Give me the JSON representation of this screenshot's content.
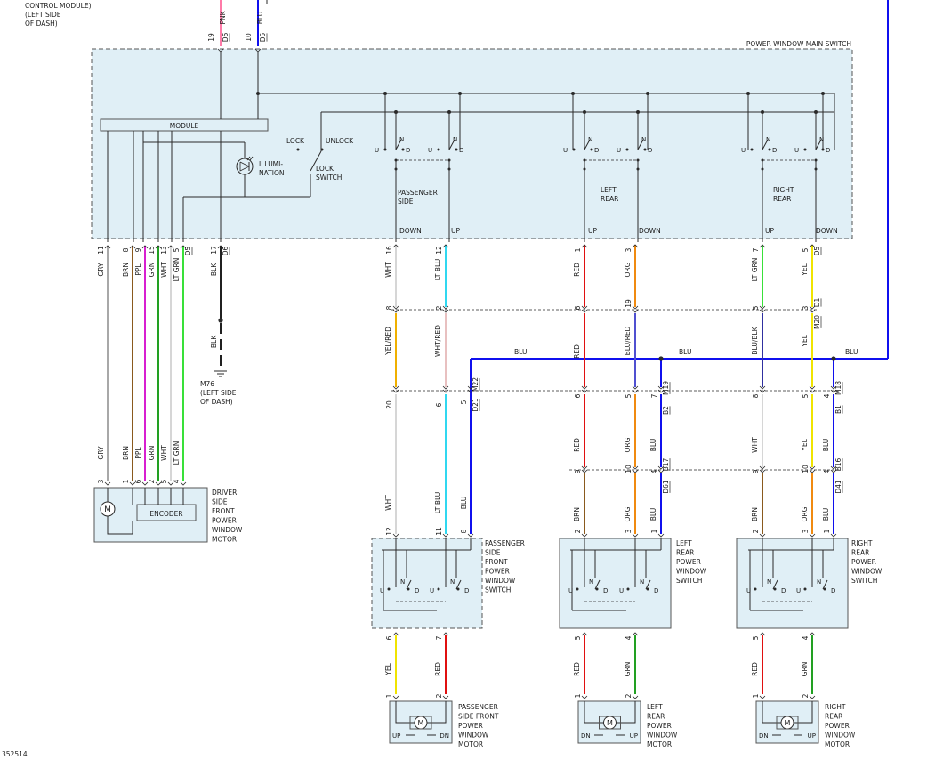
{
  "texts": {
    "ecm_title": [
      "CONTROL MODULE)",
      "(LEFT SIDE",
      "OF DASH)"
    ],
    "main_switch_title": "POWER WINDOW MAIN SWITCH",
    "module": "MODULE",
    "lock": "LOCK",
    "unlock": "UNLOCK",
    "illumination": [
      "ILLUMI-",
      "NATION"
    ],
    "lock_switch": [
      "LOCK",
      "SWITCH"
    ],
    "passenger_side": [
      "PASSENGER",
      "SIDE"
    ],
    "left_rear": [
      "LEFT",
      "REAR"
    ],
    "right_rear": [
      "RIGHT",
      "REAR"
    ],
    "up": "UP",
    "down": "DOWN",
    "sw_u": "U",
    "sw_n": "N",
    "sw_d": "D",
    "ground_label": [
      "M76",
      "(LEFT SIDE",
      "OF DASH)"
    ],
    "encoder": "ENCODER",
    "motor_m": "M",
    "driver_motor": [
      "DRIVER",
      "SIDE",
      "FRONT",
      "POWER",
      "WINDOW",
      "MOTOR"
    ],
    "pass_switch": [
      "PASSENGER",
      "SIDE",
      "FRONT",
      "POWER",
      "WINDOW",
      "SWITCH"
    ],
    "lr_switch": [
      "LEFT",
      "REAR",
      "POWER",
      "WINDOW",
      "SWITCH"
    ],
    "rr_switch": [
      "RIGHT",
      "REAR",
      "POWER",
      "WINDOW",
      "SWITCH"
    ],
    "pass_motor": [
      "PASSENGER",
      "SIDE FRONT",
      "POWER",
      "WINDOW",
      "MOTOR"
    ],
    "lr_motor": [
      "LEFT",
      "REAR",
      "POWER",
      "WINDOW",
      "MOTOR"
    ],
    "rr_motor": [
      "RIGHT",
      "REAR",
      "POWER",
      "WINDOW",
      "MOTOR"
    ],
    "motor_up": "UP",
    "motor_dn": "DN",
    "blu": "BLU",
    "figure_id": "352514"
  },
  "colors": {
    "line": "#2a2a2a",
    "box_fill": "#e0eff6",
    "box_border": "#555555",
    "GRY": "#a8a8a8",
    "BRN": "#8a5a1e",
    "PPL": "#d81fd0",
    "GRN": "#22a022",
    "WHT": "#d6d6d6",
    "LT GRN": "#39e039",
    "BLK": "#202020",
    "PNK": "#ff7aa8",
    "BLU": "#1010ee",
    "LT BLU": "#30d8f0",
    "RED": "#e01010",
    "ORG": "#f08a10",
    "YEL": "#f0e400",
    "YEL/RED": "#f0b000",
    "WHT/RED": "#e8c0c0",
    "BLU/RED": "#5050d0",
    "BLU/BLK": "#3030a0"
  },
  "wires": [
    {
      "id": "pnk-top",
      "pin": "19",
      "color": "PNK",
      "circuit": "D6"
    },
    {
      "id": "blu-top",
      "pin": "10",
      "color": "BLU",
      "circuit": "D5"
    },
    {
      "id": "drv-gry-top",
      "pin": "11",
      "color": "GRY"
    },
    {
      "id": "drv-brn-top",
      "pin": "8",
      "color": "BRN"
    },
    {
      "id": "drv-ppl-top",
      "pin": "9",
      "color": "PPL"
    },
    {
      "id": "drv-grn-top",
      "pin": "15",
      "color": "GRN"
    },
    {
      "id": "drv-wht-top",
      "pin": "13",
      "color": "WHT"
    },
    {
      "id": "drv-ltgrn-top",
      "pin": "5",
      "color": "LT GRN",
      "circuit": "D5"
    },
    {
      "id": "drv-blk",
      "pin": "17",
      "color": "BLK",
      "circuit": "D6"
    },
    {
      "id": "drv-gry-bot",
      "pin": "3",
      "color": "GRY"
    },
    {
      "id": "drv-brn-bot",
      "pin": "1",
      "color": "BRN"
    },
    {
      "id": "drv-ppl-bot",
      "pin": "6",
      "color": "PPL"
    },
    {
      "id": "drv-grn-bot",
      "pin": "2",
      "color": "GRN"
    },
    {
      "id": "drv-wht-bot",
      "pin": "5",
      "color": "WHT"
    },
    {
      "id": "drv-ltgrn-bot",
      "pin": "4",
      "color": "LT GRN"
    },
    {
      "id": "ps-dn-1",
      "pin": "16",
      "color": "WHT"
    },
    {
      "id": "ps-dn-2",
      "pin": "8",
      "color": "YEL/RED"
    },
    {
      "id": "ps-dn-3",
      "pin": "20",
      "color": "WHT"
    },
    {
      "id": "ps-up-1",
      "pin": "12",
      "color": "LT BLU"
    },
    {
      "id": "ps-up-2",
      "pin": "2",
      "color": "WHT/RED"
    },
    {
      "id": "ps-up-3",
      "pin": "6",
      "color": "LT BLU"
    },
    {
      "id": "ps-blu",
      "pin": "5",
      "color": "BLU",
      "circuit": "M22",
      "circuit2": "D21"
    },
    {
      "id": "lr-up-1",
      "pin": "1",
      "color": "RED"
    },
    {
      "id": "lr-up-2",
      "pin": "6",
      "color": "RED"
    },
    {
      "id": "lr-up-3",
      "pin": "6",
      "color": "RED"
    },
    {
      "id": "lr-up-4",
      "pin": "9",
      "color": "BRN"
    },
    {
      "id": "lr-dn-1",
      "pin": "3",
      "color": "ORG"
    },
    {
      "id": "lr-dn-2",
      "pin": "19",
      "color": "BLU/RED"
    },
    {
      "id": "lr-dn-3",
      "pin": "5",
      "color": "ORG"
    },
    {
      "id": "lr-dn-4",
      "pin": "10",
      "color": "ORG"
    },
    {
      "id": "lr-blu-1",
      "pin": "7",
      "color": "BLU",
      "circuit": "M19",
      "circuit2": "B2"
    },
    {
      "id": "lr-blu-2",
      "pin": "4",
      "color": "BLU",
      "circuit": "B17",
      "circuit2": "D61"
    },
    {
      "id": "rr-up-1",
      "pin": "7",
      "color": "LT GRN"
    },
    {
      "id": "rr-up-2",
      "pin": "5",
      "color": "BLU/BLK"
    },
    {
      "id": "rr-up-3",
      "pin": "8",
      "color": "WHT"
    },
    {
      "id": "rr-up-4",
      "pin": "9",
      "color": "BRN"
    },
    {
      "id": "rr-dn-1",
      "pin": "5",
      "color": "YEL",
      "circuit": "D5"
    },
    {
      "id": "rr-dn-2",
      "pin": "3",
      "color": "YEL",
      "circuit": "D1",
      "circuit2": "M20"
    },
    {
      "id": "rr-dn-3",
      "pin": "5",
      "color": "YEL"
    },
    {
      "id": "rr-dn-4",
      "pin": "10",
      "color": "ORG"
    },
    {
      "id": "rr-blu-1",
      "pin": "4",
      "color": "BLU",
      "circuit": "M18",
      "circuit2": "B1"
    },
    {
      "id": "rr-blu-2",
      "pin": "4",
      "color": "BLU",
      "circuit": "B16",
      "circuit2": "D41"
    },
    {
      "id": "ps-sw-12",
      "pin": "12",
      "color": "WHT"
    },
    {
      "id": "ps-sw-11",
      "pin": "11",
      "color": "LT BLU"
    },
    {
      "id": "ps-sw-8",
      "pin": "8",
      "color": "BLU"
    },
    {
      "id": "lr-sw-2",
      "pin": "2",
      "color": "BRN"
    },
    {
      "id": "lr-sw-3",
      "pin": "3",
      "color": "ORG"
    },
    {
      "id": "lr-sw-1",
      "pin": "1",
      "color": "BLU"
    },
    {
      "id": "rr-sw-2",
      "pin": "2",
      "color": "BRN"
    },
    {
      "id": "rr-sw-3",
      "pin": "3",
      "color": "ORG"
    },
    {
      "id": "rr-sw-1",
      "pin": "1",
      "color": "BLU"
    },
    {
      "id": "ps-m-6",
      "pin": "6",
      "color": "YEL"
    },
    {
      "id": "ps-m-7",
      "pin": "7",
      "color": "RED"
    },
    {
      "id": "ps-m-1",
      "pin": "1"
    },
    {
      "id": "ps-m-2",
      "pin": "2"
    },
    {
      "id": "lr-m-5",
      "pin": "5",
      "color": "RED"
    },
    {
      "id": "lr-m-4",
      "pin": "4",
      "color": "GRN"
    },
    {
      "id": "lr-m-1",
      "pin": "1"
    },
    {
      "id": "lr-m-2",
      "pin": "2"
    },
    {
      "id": "rr-m-5",
      "pin": "5",
      "color": "RED"
    },
    {
      "id": "rr-m-4",
      "pin": "4",
      "color": "GRN"
    },
    {
      "id": "rr-m-1",
      "pin": "1"
    },
    {
      "id": "rr-m-2",
      "pin": "2"
    },
    {
      "id": "ps-c1-8",
      "pin": "8"
    },
    {
      "id": "ps-c1-2",
      "pin": "2"
    },
    {
      "id": "lr-c1-6",
      "pin": "6"
    },
    {
      "id": "lr-c1-19",
      "pin": "19"
    },
    {
      "id": "rr-c1-5",
      "pin": "5"
    },
    {
      "id": "rr-c1-3",
      "pin": "3"
    },
    {
      "id": "blk-lower",
      "color": "BLK"
    },
    {
      "id": "blu-bus",
      "color": "BLU"
    }
  ]
}
